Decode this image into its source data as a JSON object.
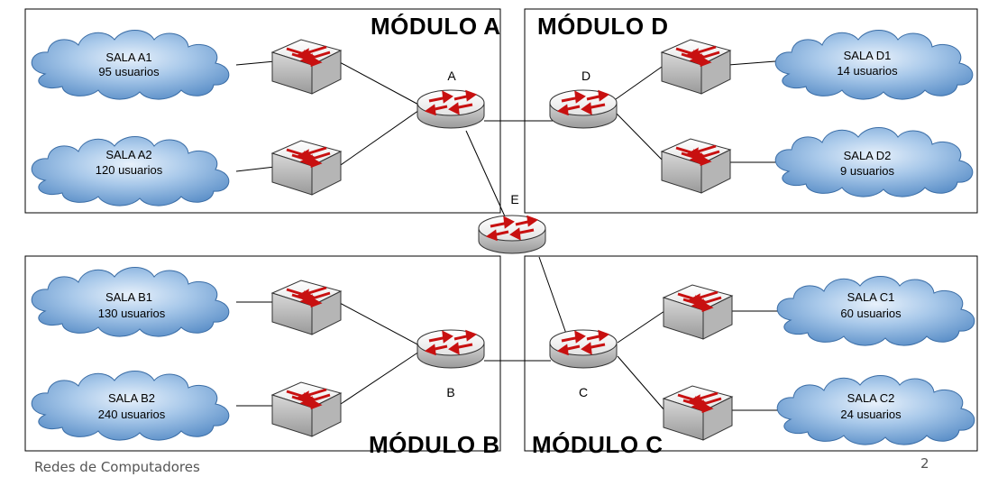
{
  "modules": {
    "a": "MÓDULO A",
    "b": "MÓDULO B",
    "c": "MÓDULO C",
    "d": "MÓDULO D"
  },
  "rooms": {
    "a1": {
      "name": "SALA A1",
      "users": "95 usuarios"
    },
    "a2": {
      "name": "SALA A2",
      "users": "120 usuarios"
    },
    "b1": {
      "name": "SALA B1",
      "users": "130 usuarios"
    },
    "b2": {
      "name": "SALA B2",
      "users": "240 usuarios"
    },
    "c1": {
      "name": "SALA C1",
      "users": "60 usuarios"
    },
    "c2": {
      "name": "SALA C2",
      "users": "24 usuarios"
    },
    "d1": {
      "name": "SALA D1",
      "users": "14 usuarios"
    },
    "d2": {
      "name": "SALA D2",
      "users": "9  usuarios"
    }
  },
  "routers": {
    "a": "A",
    "b": "B",
    "c": "C",
    "d": "D",
    "e": "E"
  },
  "footer": {
    "course": "Redes de Computadores",
    "page": "2"
  },
  "colors": {
    "cloud_fill": "#7aa9d9",
    "device_body": "#dcdcdc",
    "arrow_red": "#d01010"
  }
}
